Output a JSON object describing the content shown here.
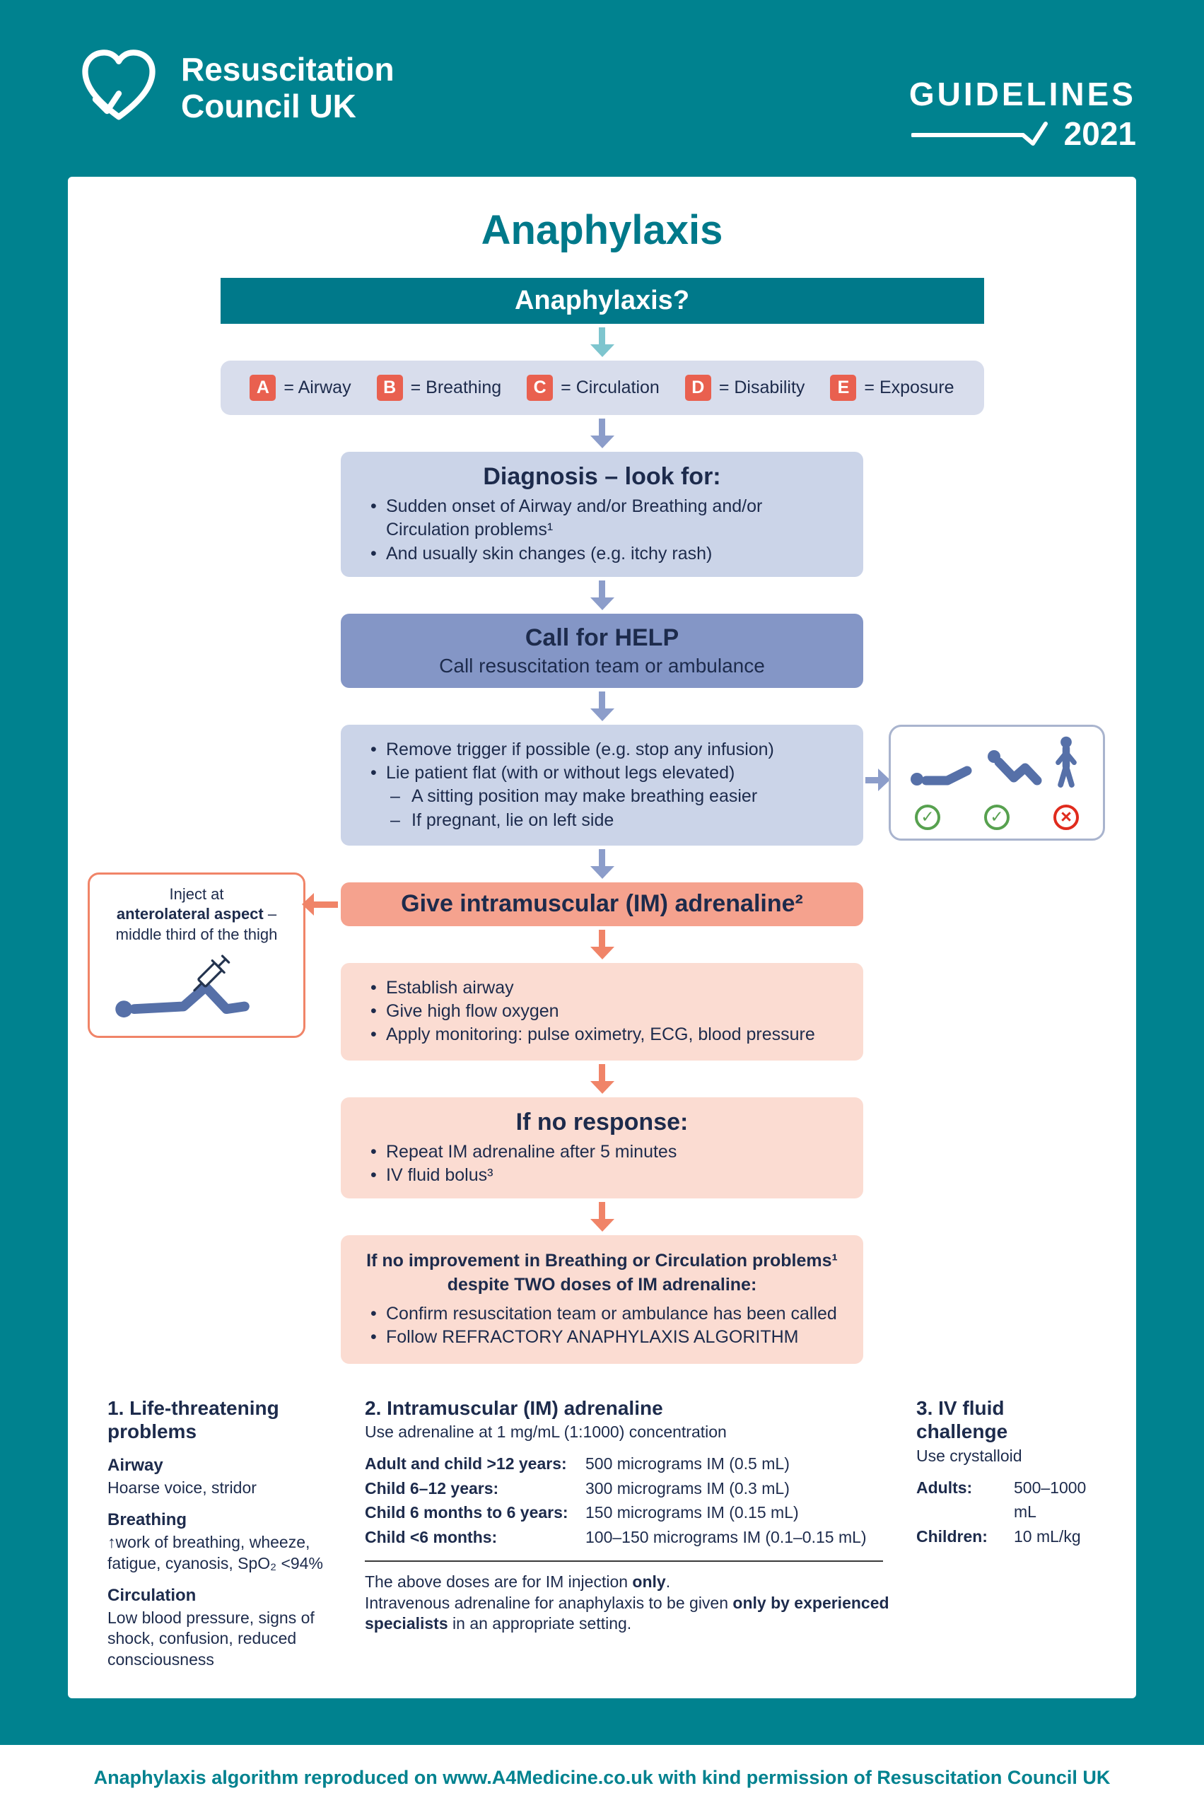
{
  "colors": {
    "background_teal": "#00828F",
    "banner_teal": "#00798A",
    "navy_text": "#1D2B4C",
    "periwinkle_box": "#CBD4E8",
    "legend_box": "#D8DDEC",
    "call_help_box": "#8496C6",
    "blue_arrow": "#8C9DCA",
    "teal_arrow": "#7EC5CE",
    "adrenaline_box": "#F5A28E",
    "salmon_light_box": "#FBDCD2",
    "salmon_arrow": "#F08468",
    "legend_letter_red": "#E9604F",
    "figure_blue": "#5670A8",
    "check_green": "#57A14F",
    "cross_red": "#E02B1D"
  },
  "icons": {
    "logo": "heart-pulse-icon",
    "guidelines_mark": "check-line-icon",
    "positions": [
      "lying-patient-icon",
      "reclined-patient-icon",
      "standing-patient-icon"
    ],
    "position_status": [
      "check-icon",
      "check-icon",
      "cross-icon"
    ],
    "injection": "thigh-injection-icon",
    "flow_connectors": [
      "arrow-down-icon",
      "arrow-right-icon",
      "arrow-left-icon"
    ]
  },
  "header": {
    "logo_line1": "Resuscitation",
    "logo_line2": "Council UK",
    "guidelines_label": "GUIDELINES",
    "guidelines_year": "2021"
  },
  "page_title": "Anaphylaxis",
  "flow": {
    "question_banner": "Anaphylaxis?",
    "abcde_legend": [
      {
        "letter": "A",
        "label": "= Airway"
      },
      {
        "letter": "B",
        "label": "= Breathing"
      },
      {
        "letter": "C",
        "label": "= Circulation"
      },
      {
        "letter": "D",
        "label": "= Disability"
      },
      {
        "letter": "E",
        "label": "= Exposure"
      }
    ],
    "diagnosis": {
      "title": "Diagnosis – look for:",
      "bullets": [
        "Sudden onset of Airway and/or Breathing and/or Circulation problems¹",
        "And usually skin changes (e.g. itchy rash)"
      ]
    },
    "call_help": {
      "title": "Call for HELP",
      "subtitle": "Call resuscitation team or ambulance"
    },
    "initial_actions": {
      "bullets": [
        "Remove trigger if possible (e.g. stop any infusion)",
        "Lie patient flat (with or without legs elevated)"
      ],
      "sub_bullets": [
        "A sitting position may make breathing easier",
        "If pregnant, lie on left side"
      ]
    },
    "adrenaline_title": "Give intramuscular (IM) adrenaline²",
    "inject_note": {
      "line1": "Inject at",
      "line2_bold": "anterolateral aspect",
      "line2_rest": " –",
      "line3": "middle third of the thigh"
    },
    "after_adrenaline": {
      "bullets": [
        "Establish airway",
        "Give high flow oxygen",
        "Apply monitoring: pulse oximetry, ECG, blood pressure"
      ]
    },
    "no_response": {
      "title": "If no response:",
      "bullets": [
        "Repeat IM adrenaline after 5 minutes",
        "IV fluid bolus³"
      ]
    },
    "refractory": {
      "title_line1": "If no improvement in Breathing or Circulation problems¹",
      "title_line2": "despite TWO doses of IM adrenaline:",
      "bullets": [
        "Confirm resuscitation team or ambulance has been called",
        "Follow REFRACTORY ANAPHYLAXIS ALGORITHM"
      ]
    }
  },
  "footnotes": {
    "life_threatening": {
      "title": "1. Life-threatening problems",
      "items": [
        {
          "heading": "Airway",
          "text": "Hoarse voice, stridor"
        },
        {
          "heading": "Breathing",
          "text": "↑work of breathing, wheeze, fatigue, cyanosis, SpO₂ <94%"
        },
        {
          "heading": "Circulation",
          "text": "Low blood pressure, signs of shock, confusion, reduced consciousness"
        }
      ]
    },
    "im_adrenaline": {
      "title": "2. Intramuscular (IM) adrenaline",
      "subtitle": "Use adrenaline at 1 mg/mL (1:1000) concentration",
      "doses": [
        {
          "label": "Adult and child >12 years:",
          "value": "500 micrograms IM (0.5 mL)"
        },
        {
          "label": "Child 6–12 years:",
          "value": "300 micrograms IM (0.3 mL)"
        },
        {
          "label": "Child 6 months to 6 years:",
          "value": "150 micrograms IM (0.15 mL)"
        },
        {
          "label": "Child <6 months:",
          "value": "100–150 micrograms IM (0.1–0.15 mL)"
        }
      ],
      "note1": {
        "t1": "The above doses are for IM injection ",
        "bold": "only",
        "t2": "."
      },
      "note2": {
        "t1": "Intravenous adrenaline for anaphylaxis to be given ",
        "bold": "only by experienced specialists",
        "t2": " in an appropriate setting."
      }
    },
    "iv_fluid": {
      "title": "3. IV fluid challenge",
      "subtitle": "Use crystalloid",
      "rows": [
        {
          "label": "Adults:",
          "value": "500–1000 mL"
        },
        {
          "label": "Children:",
          "value": "10 mL/kg"
        }
      ]
    }
  },
  "attribution": "Anaphylaxis algorithm reproduced on www.A4Medicine.co.uk with kind permission of Resuscitation Council UK"
}
